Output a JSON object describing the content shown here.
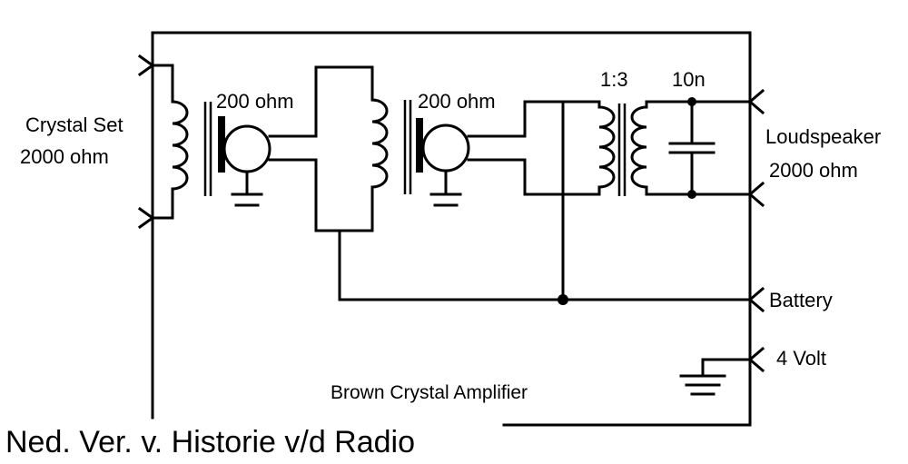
{
  "diagram": {
    "labels": {
      "crystal_set_line1": "Crystal Set",
      "crystal_set_line2": "2000 ohm",
      "earphone1_impedance": "200 ohm",
      "earphone2_impedance": "200 ohm",
      "transformer_ratio": "1:3",
      "capacitor_value": "10n",
      "loudspeaker_line1": "Loudspeaker",
      "loudspeaker_line2": "2000 ohm",
      "battery_line1": "Battery",
      "battery_line2": "4 Volt",
      "circuit_title": "Brown Crystal Amplifier"
    },
    "footer_caption": "Ned. Ver. v. Historie v/d Radio",
    "colors": {
      "ink": "#000000",
      "background": "#ffffff"
    }
  }
}
